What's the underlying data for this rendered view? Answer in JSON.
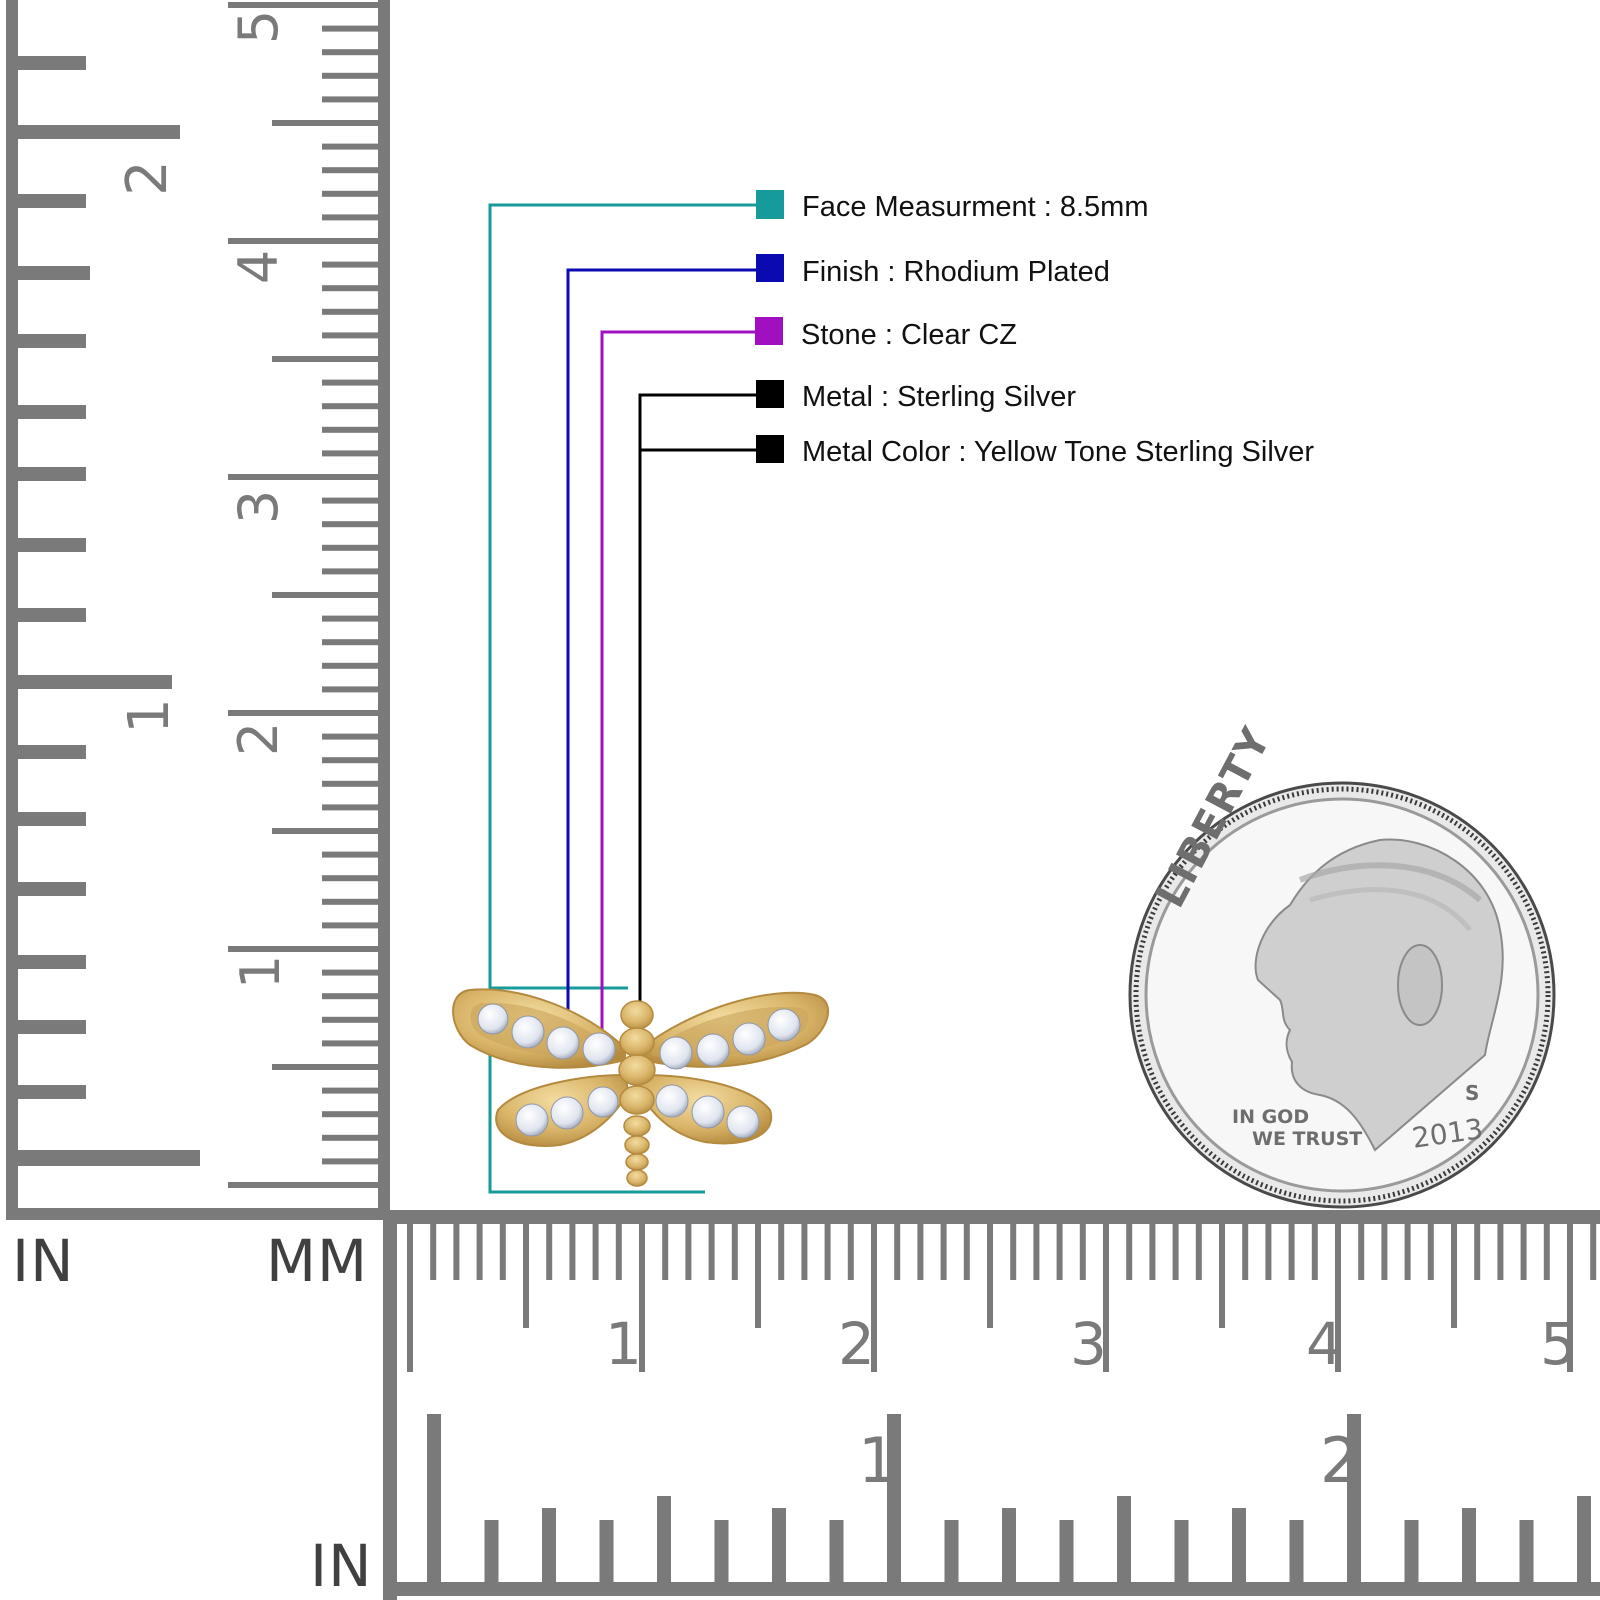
{
  "callouts": [
    {
      "id": "face",
      "label": "Face Measurment : 8.5mm",
      "color": "#169a9a"
    },
    {
      "id": "finish",
      "label": "Finish : Rhodium Plated",
      "color": "#0a0ab0"
    },
    {
      "id": "stone",
      "label": "Stone : Clear CZ",
      "color": "#a010c0"
    },
    {
      "id": "metal",
      "label": "Metal : Sterling Silver",
      "color": "#000000"
    },
    {
      "id": "metal_color",
      "label": "Metal Color : Yellow Tone Sterling Silver",
      "color": "#000000"
    }
  ],
  "rulers": {
    "left_in_caption": "IN",
    "left_mm_caption": "MM",
    "bottom_in_caption": "IN",
    "color": "#7a7a7a",
    "left_inch_labels": [
      "2",
      "1"
    ],
    "left_cm_labels": [
      "5",
      "4",
      "3",
      "2",
      "1"
    ],
    "bottom_cm_labels": [
      "1",
      "2",
      "3",
      "4",
      "5"
    ],
    "bottom_inch_labels": [
      "1",
      "2"
    ]
  },
  "product": {
    "type": "dragonfly stud earring",
    "metal_color_hex": "#d9b56a",
    "stones_count": 14
  },
  "coin": {
    "top_text": "LIBERTY",
    "motto_line1": "IN GOD",
    "motto_line2": "WE TRUST",
    "year": "2013",
    "mint_mark": "S"
  }
}
